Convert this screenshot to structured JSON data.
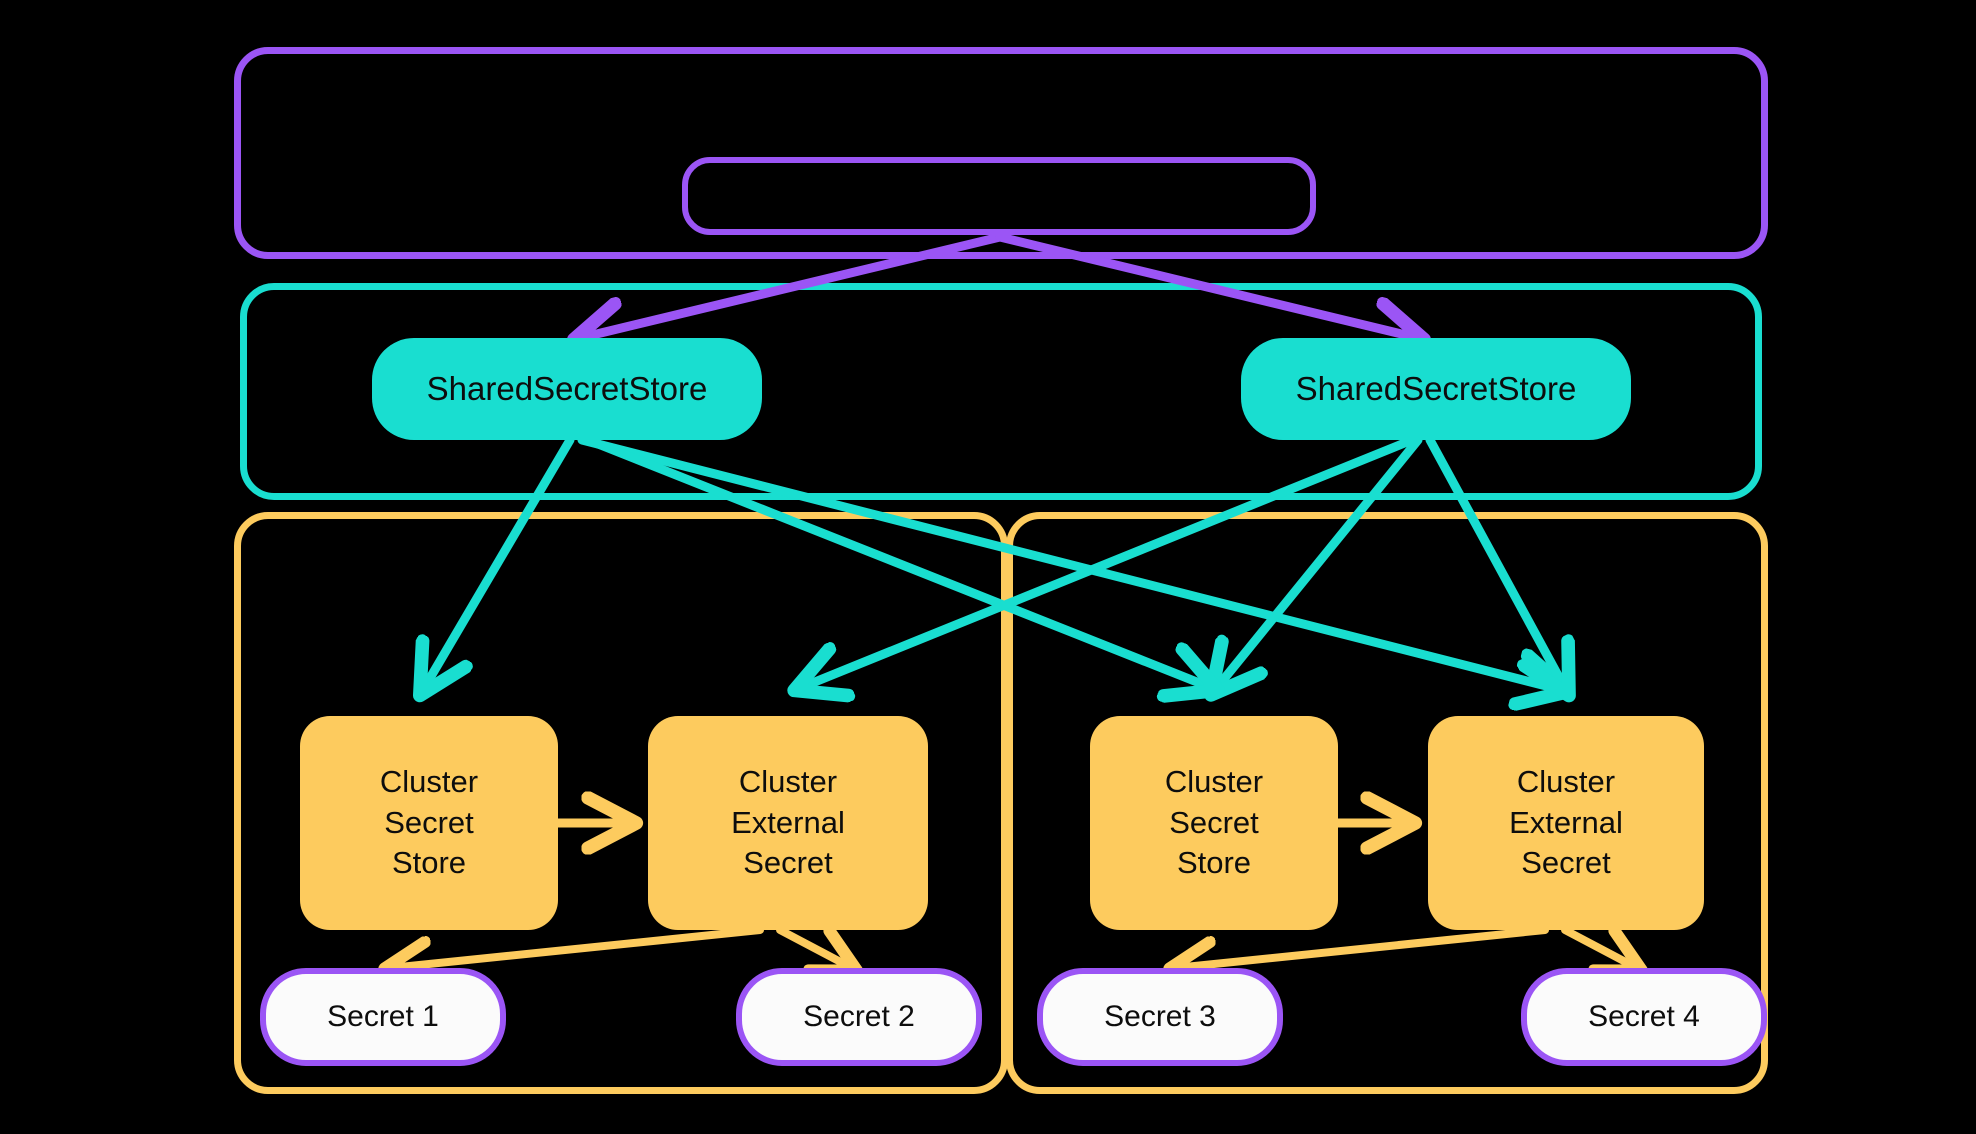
{
  "diagram": {
    "title": "External Secrets Operator multi-cluster secret propagation diagram",
    "background_color": "#000000",
    "palette": {
      "purple": "#9b55f5",
      "teal": "#19ded0",
      "yellow": "#fdcb5e",
      "white": "#fbfbfb",
      "text": "#0d0d0d"
    }
  },
  "groups": {
    "management": {
      "label": "",
      "color": "#9b55f5"
    },
    "shared_layer": {
      "label": "",
      "color": "#19ded0"
    },
    "cluster_left": {
      "label": "",
      "color": "#fdcb5e"
    },
    "cluster_right": {
      "label": "",
      "color": "#fdcb5e"
    }
  },
  "nodes": {
    "management_pill": {
      "label": "",
      "color": "#9b55f5"
    },
    "shared_store_left": {
      "label": "SharedSecretStore",
      "color": "#19ded0"
    },
    "shared_store_right": {
      "label": "SharedSecretStore",
      "color": "#19ded0"
    },
    "cluster_secret_store_left": {
      "label": "Cluster\nSecret\nStore",
      "color": "#fdcb5e"
    },
    "cluster_external_secret_left": {
      "label": "Cluster\nExternal\nSecret",
      "color": "#fdcb5e"
    },
    "cluster_secret_store_right": {
      "label": "Cluster\nSecret\nStore",
      "color": "#fdcb5e"
    },
    "cluster_external_secret_right": {
      "label": "Cluster\nExternal\nSecret",
      "color": "#fdcb5e"
    },
    "secret_1": {
      "label": "Secret 1",
      "color": "#fbfbfb"
    },
    "secret_2": {
      "label": "Secret 2",
      "color": "#fbfbfb"
    },
    "secret_3": {
      "label": "Secret 3",
      "color": "#fbfbfb"
    },
    "secret_4": {
      "label": "Secret 4",
      "color": "#fbfbfb"
    }
  },
  "edges": [
    {
      "id": "mgmt-to-shared-left",
      "from": "management_pill",
      "to": "shared_store_left",
      "color": "#9b55f5",
      "label": ""
    },
    {
      "id": "mgmt-to-shared-right",
      "from": "management_pill",
      "to": "shared_store_right",
      "color": "#9b55f5",
      "label": ""
    },
    {
      "id": "sharedL-to-css-left",
      "from": "shared_store_left",
      "to": "cluster_secret_store_left",
      "color": "#19ded0",
      "label": ""
    },
    {
      "id": "sharedL-to-ces-right",
      "from": "shared_store_left",
      "to": "cluster_external_secret_right",
      "color": "#19ded0",
      "label": ""
    },
    {
      "id": "sharedR-to-css-right",
      "from": "shared_store_right",
      "to": "cluster_secret_store_right",
      "color": "#19ded0",
      "label": ""
    },
    {
      "id": "sharedR-to-ces-left",
      "from": "shared_store_right",
      "to": "cluster_external_secret_left",
      "color": "#19ded0",
      "label": ""
    },
    {
      "id": "cssL-to-cesL",
      "from": "cluster_secret_store_left",
      "to": "cluster_external_secret_left",
      "color": "#fdcb5e",
      "label": ""
    },
    {
      "id": "cssR-to-cesR",
      "from": "cluster_secret_store_right",
      "to": "cluster_external_secret_right",
      "color": "#fdcb5e",
      "label": ""
    },
    {
      "id": "cesL-to-secret1",
      "from": "cluster_external_secret_left",
      "to": "secret_1",
      "color": "#fdcb5e",
      "label": ""
    },
    {
      "id": "cesL-to-secret2",
      "from": "cluster_external_secret_left",
      "to": "secret_2",
      "color": "#fdcb5e",
      "label": ""
    },
    {
      "id": "cesR-to-secret3",
      "from": "cluster_external_secret_right",
      "to": "secret_3",
      "color": "#fdcb5e",
      "label": ""
    },
    {
      "id": "cesR-to-secret4",
      "from": "cluster_external_secret_right",
      "to": "secret_4",
      "color": "#fdcb5e",
      "label": ""
    }
  ]
}
